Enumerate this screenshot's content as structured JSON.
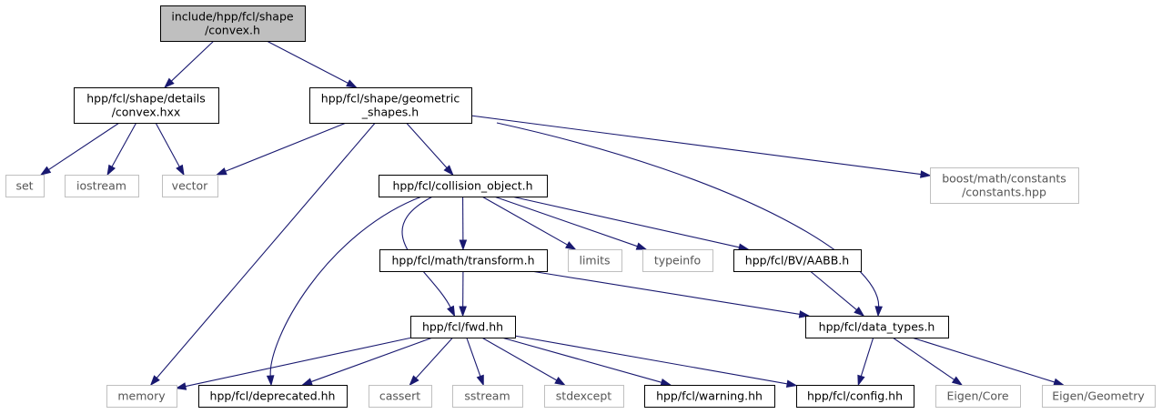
{
  "nodes": [
    {
      "id": "n_convex_h",
      "lines": [
        "include/hpp/fcl/shape",
        "/convex.h"
      ],
      "kind": "root"
    },
    {
      "id": "n_details",
      "lines": [
        "hpp/fcl/shape/details",
        "/convex.hxx"
      ],
      "kind": "local"
    },
    {
      "id": "n_geom",
      "lines": [
        "hpp/fcl/shape/geometric",
        "_shapes.h"
      ],
      "kind": "local"
    },
    {
      "id": "n_set",
      "lines": [
        "set"
      ],
      "kind": "system"
    },
    {
      "id": "n_iostream",
      "lines": [
        "iostream"
      ],
      "kind": "system"
    },
    {
      "id": "n_vector",
      "lines": [
        "vector"
      ],
      "kind": "system"
    },
    {
      "id": "n_collobj",
      "lines": [
        "hpp/fcl/collision_object.h"
      ],
      "kind": "local"
    },
    {
      "id": "n_boost",
      "lines": [
        "boost/math/constants",
        "/constants.hpp"
      ],
      "kind": "system"
    },
    {
      "id": "n_transform",
      "lines": [
        "hpp/fcl/math/transform.h"
      ],
      "kind": "local"
    },
    {
      "id": "n_limits",
      "lines": [
        "limits"
      ],
      "kind": "system"
    },
    {
      "id": "n_typeinfo",
      "lines": [
        "typeinfo"
      ],
      "kind": "system"
    },
    {
      "id": "n_aabb",
      "lines": [
        "hpp/fcl/BV/AABB.h"
      ],
      "kind": "local"
    },
    {
      "id": "n_fwd",
      "lines": [
        "hpp/fcl/fwd.hh"
      ],
      "kind": "local"
    },
    {
      "id": "n_datatypes",
      "lines": [
        "hpp/fcl/data_types.h"
      ],
      "kind": "local"
    },
    {
      "id": "n_memory",
      "lines": [
        "memory"
      ],
      "kind": "system"
    },
    {
      "id": "n_deprecated",
      "lines": [
        "hpp/fcl/deprecated.hh"
      ],
      "kind": "local"
    },
    {
      "id": "n_cassert",
      "lines": [
        "cassert"
      ],
      "kind": "system"
    },
    {
      "id": "n_sstream",
      "lines": [
        "sstream"
      ],
      "kind": "system"
    },
    {
      "id": "n_stdexcept",
      "lines": [
        "stdexcept"
      ],
      "kind": "system"
    },
    {
      "id": "n_warning",
      "lines": [
        "hpp/fcl/warning.hh"
      ],
      "kind": "local"
    },
    {
      "id": "n_config",
      "lines": [
        "hpp/fcl/config.hh"
      ],
      "kind": "local"
    },
    {
      "id": "n_eigencore",
      "lines": [
        "Eigen/Core"
      ],
      "kind": "system"
    },
    {
      "id": "n_eigengeom",
      "lines": [
        "Eigen/Geometry"
      ],
      "kind": "system"
    }
  ],
  "edges": [
    [
      "n_convex_h",
      "n_details"
    ],
    [
      "n_convex_h",
      "n_geom"
    ],
    [
      "n_details",
      "n_set"
    ],
    [
      "n_details",
      "n_iostream"
    ],
    [
      "n_details",
      "n_vector"
    ],
    [
      "n_geom",
      "n_vector"
    ],
    [
      "n_geom",
      "n_memory"
    ],
    [
      "n_geom",
      "n_collobj"
    ],
    [
      "n_geom",
      "n_datatypes"
    ],
    [
      "n_geom",
      "n_boost"
    ],
    [
      "n_collobj",
      "n_deprecated"
    ],
    [
      "n_collobj",
      "n_fwd"
    ],
    [
      "n_collobj",
      "n_transform"
    ],
    [
      "n_collobj",
      "n_limits"
    ],
    [
      "n_collobj",
      "n_typeinfo"
    ],
    [
      "n_collobj",
      "n_aabb"
    ],
    [
      "n_transform",
      "n_fwd"
    ],
    [
      "n_transform",
      "n_datatypes"
    ],
    [
      "n_aabb",
      "n_datatypes"
    ],
    [
      "n_fwd",
      "n_memory"
    ],
    [
      "n_fwd",
      "n_deprecated"
    ],
    [
      "n_fwd",
      "n_cassert"
    ],
    [
      "n_fwd",
      "n_sstream"
    ],
    [
      "n_fwd",
      "n_stdexcept"
    ],
    [
      "n_fwd",
      "n_warning"
    ],
    [
      "n_fwd",
      "n_config"
    ],
    [
      "n_datatypes",
      "n_config"
    ],
    [
      "n_datatypes",
      "n_eigencore"
    ],
    [
      "n_datatypes",
      "n_eigengeom"
    ]
  ],
  "colors": {
    "edge": "#191970",
    "root_fill": "#bfbfbf",
    "root_border": "#000000",
    "local_border": "#000000",
    "system_border": "#bfbfbf",
    "system_text": "#555555"
  }
}
